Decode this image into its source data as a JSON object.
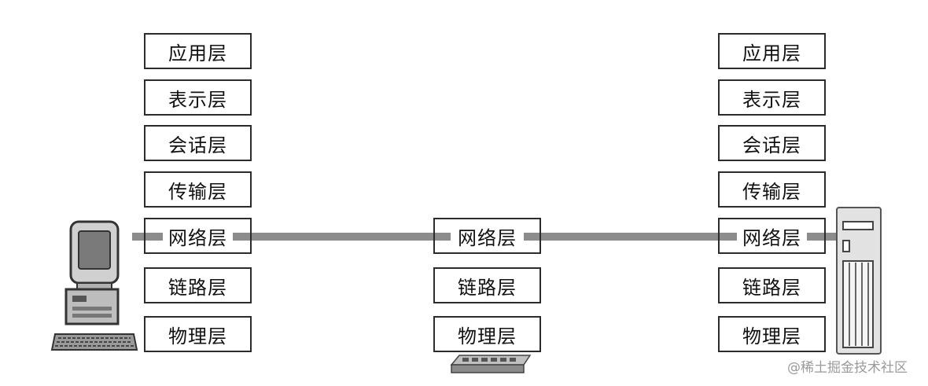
{
  "left_stack": {
    "application": "应用层",
    "presentation": "表示层",
    "session": "会话层",
    "transport": "传输层",
    "network": "网络层",
    "datalink": "链路层",
    "physical": "物理层"
  },
  "middle_stack": {
    "network": "网络层",
    "datalink": "链路层",
    "physical": "物理层"
  },
  "right_stack": {
    "application": "应用层",
    "presentation": "表示层",
    "session": "会话层",
    "transport": "传输层",
    "network": "网络层",
    "datalink": "链路层",
    "physical": "物理层"
  },
  "icons": {
    "left_device": "desktop-computer-icon",
    "middle_device": "router-switch-icon",
    "right_device": "server-tower-icon"
  },
  "colors": {
    "link_line": "#8c8c8c",
    "box_border": "#2b2b2b"
  },
  "watermark": "@稀土掘金技术社区"
}
